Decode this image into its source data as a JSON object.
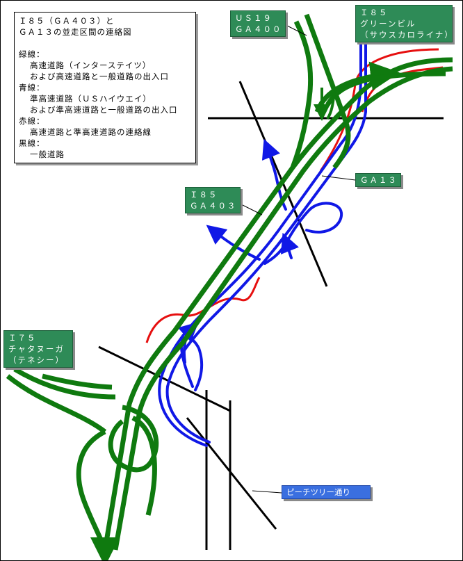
{
  "legend": {
    "title_line1": "Ｉ８５（ＧＡ４０３）と",
    "title_line2": "ＧＡ１３の並走区間の連絡図",
    "green_heading": "緑線：",
    "green_desc1": "高速道路（インターステイツ）",
    "green_desc2": "および高速道路と一般道路の出入口",
    "blue_heading": "青線：",
    "blue_desc1": "準高速道路（ＵＳハイウエイ）",
    "blue_desc2": "および準高速道路と一般道路の出入口",
    "red_heading": "赤線：",
    "red_desc1": "高速道路と準高速道路の連絡線",
    "black_heading": "黒線：",
    "black_desc1": "一般道路"
  },
  "labels": {
    "us19_line1": "ＵＳ１９",
    "us19_line2": "ＧＡ４００",
    "i85_north_line1": "Ｉ８５",
    "i85_north_line2": "グリーンビル",
    "i85_north_line3": "（サウスカロライナ）",
    "ga13": "ＧＡ１３",
    "i85_mid_line1": "Ｉ８５",
    "i85_mid_line2": "ＧＡ４０３",
    "i75_line1": "Ｉ７５",
    "i75_line2": "チャタヌーガ",
    "i75_line3": "（テネシー）",
    "peachtree": "ピーチツリー通り"
  },
  "colors": {
    "green": "#0f7a0f",
    "blue": "#1018e6",
    "red": "#e60f0f",
    "black": "#000000",
    "label_green": "#2e8b57",
    "label_blue": "#3a6fe0"
  }
}
